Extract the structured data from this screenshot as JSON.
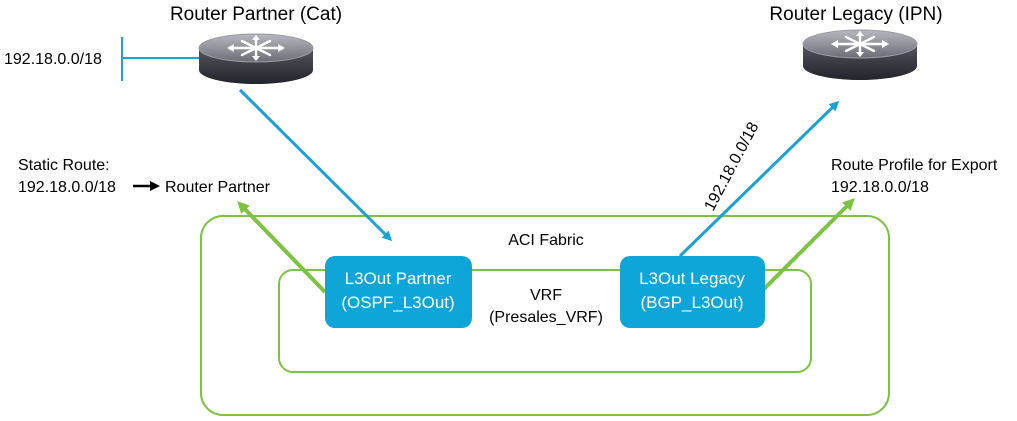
{
  "routers": {
    "partner": {
      "title": "Router Partner (Cat)",
      "icon": "router-icon"
    },
    "legacy": {
      "title": "Router Legacy (IPN)",
      "icon": "router-icon"
    }
  },
  "subnet_label": "192.18.0.0/18",
  "static_route": {
    "heading": "Static Route:",
    "prefix": "192.18.0.0/18",
    "target": "Router Partner"
  },
  "export_profile": {
    "heading": "Route Profile for Export",
    "prefix": "192.18.0.0/18"
  },
  "advertised_prefix": "192.18.0.0/18",
  "fabric": {
    "label": "ACI Fabric"
  },
  "vrf": {
    "line1": "VRF",
    "line2": "(Presales_VRF)"
  },
  "l3out_partner": {
    "line1": "L3Out Partner",
    "line2": "(OSPF_L3Out)"
  },
  "l3out_legacy": {
    "line1": "L3Out Legacy",
    "line2": "(BGP_L3Out)"
  },
  "colors": {
    "fabric_green": "#7dc242",
    "box_blue": "#0ea5d9",
    "link_blue": "#1ba1d6",
    "router_body": "#3d3d47"
  }
}
